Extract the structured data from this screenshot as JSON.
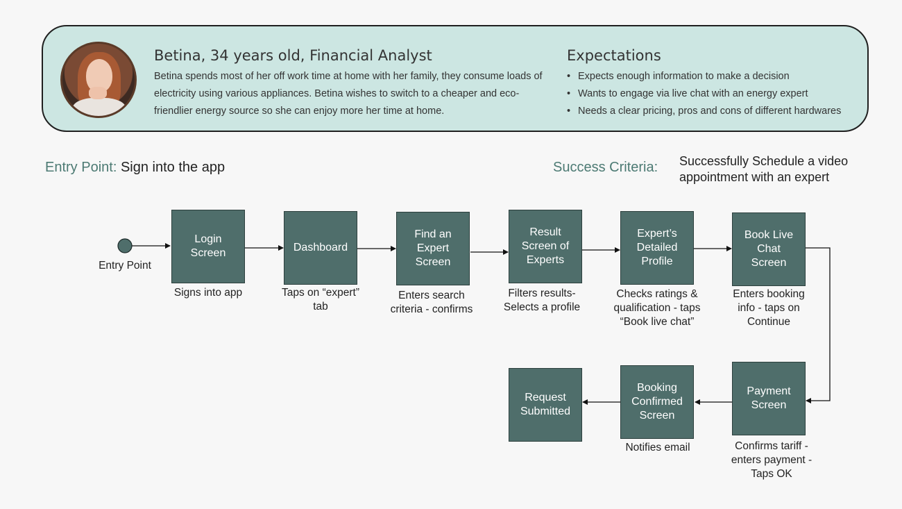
{
  "persona": {
    "name": "Betina, 34 years old, Financial Analyst",
    "description": "Betina spends most of her off work time at home with her family, they consume loads of electricity using various appliances. Betina wishes to switch to a cheaper and eco-friendlier energy source so she can enjoy more her time at home.",
    "expectations_title": "Expectations",
    "expectations": [
      "Expects enough information to make a decision",
      "Wants to engage via live chat with an energy expert",
      "Needs a clear pricing, pros and cons of different hardwares"
    ]
  },
  "entry": {
    "key": "Entry Point:",
    "value": "Sign into the app"
  },
  "success": {
    "key": "Success Criteria:",
    "value": "Successfully Schedule a video appointment with an expert"
  },
  "flow": {
    "start_label": "Entry Point",
    "steps": [
      {
        "title": "Login Screen",
        "caption": "Signs into app"
      },
      {
        "title": "Dashboard",
        "caption": "Taps on “expert” tab"
      },
      {
        "title": "Find an Expert Screen",
        "caption": "Enters search criteria - confirms"
      },
      {
        "title": "Result Screen of Experts",
        "caption": "Filters results- Selects a profile"
      },
      {
        "title": "Expert’s Detailed Profile",
        "caption": "Checks ratings & qualification - taps “Book live chat”"
      },
      {
        "title": "Book Live Chat Screen",
        "caption": "Enters booking info - taps on Continue"
      },
      {
        "title": "Payment Screen",
        "caption": "Confirms tariff - enters payment - Taps OK"
      },
      {
        "title": "Booking Confirmed Screen",
        "caption": "Notifies email"
      },
      {
        "title": "Request Submitted",
        "caption": ""
      }
    ]
  },
  "colors": {
    "accent": "#4c7a73",
    "box_fill": "#4f6e6b",
    "card_bg": "#cce6e2"
  }
}
